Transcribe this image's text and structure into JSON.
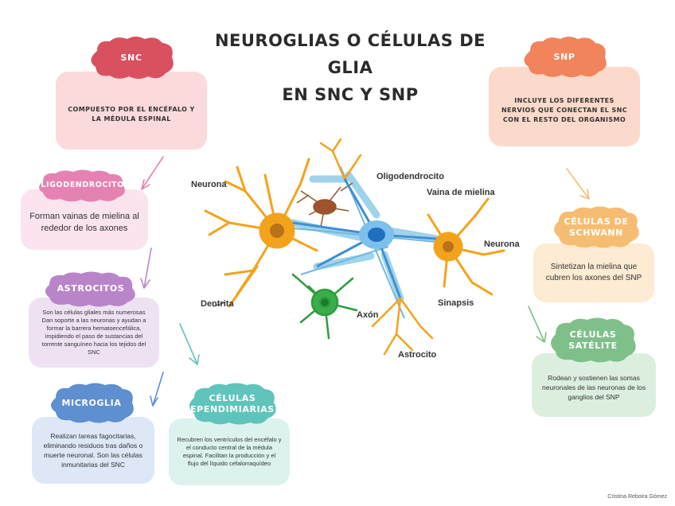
{
  "title": {
    "line1": "NEUROGLIAS O CÉLULAS DE GLIA",
    "line2": "EN SNC Y SNP"
  },
  "colors": {
    "snc": "#d9505f",
    "snc_box": "#fbdadc",
    "snp": "#f2845c",
    "snp_box": "#fcdacb",
    "oligodendrocitos": "#e682b2",
    "oligo_box": "#fbe4ef",
    "astrocitos": "#b985c9",
    "astro_box": "#eee2f2",
    "microglia": "#5e8fd1",
    "micro_box": "#dde7f6",
    "ependimarias": "#5fc4bb",
    "epen_box": "#dcf2ef",
    "schwann": "#f6bd72",
    "schwann_box": "#fdebd4",
    "satelite": "#7fc08a",
    "satelite_box": "#dcefde"
  },
  "nodes": {
    "snc": {
      "label": "SNC",
      "text": "COMPUESTO POR EL ENCÉFALO Y LA MÉDULA ESPINAL"
    },
    "snp": {
      "label": "SNP",
      "text": "INCLUYE LOS DIFERENTES NERVIOS QUE CONECTAN EL SNC CON EL RESTO DEL ORGANISMO"
    },
    "oligodendrocitos": {
      "label": "OLIGODENDROCITOS",
      "text": "Forman vainas de mielina al rededor de los axones"
    },
    "astrocitos": {
      "label": "ASTROCITOS",
      "text": "Son las células gliales más numerosas Dan soporte a las neuronas y ayudan a formar la barrera hematoencefálica, impidiendo el paso de sustancias del torrente sanguíneo hacia los tejidos del SNC"
    },
    "microglia": {
      "label": "MICROGLIA",
      "text": "Realizan tareas fagocitarias, eliminando residuos tras daños o muerte neuronal. Son las células inmunitarias del SNC"
    },
    "ependimarias": {
      "label": "CÉLULAS EPENDIMIARIAS",
      "text": "Recubren los ventrículos del encéfalo y el conducto central de la médula espinal. Facilitan la producción y el flujo del líquido cefalorraquídeo"
    },
    "schwann": {
      "label": "CÉLULAS DE SCHWANN",
      "text": "Sintetizan la mielina que cubren los axones del SNP"
    },
    "satelite": {
      "label": "CÉLULAS SATÉLITE",
      "text": "Rodean y sostienen las somas neuronales de las neuronas de los ganglios del SNP"
    }
  },
  "diagram_labels": {
    "neurona_left": "Neurona",
    "oligodendrocito": "Oligodendrocito",
    "vaina": "Vaina de mielina",
    "neurona_right": "Neurona",
    "dentrita": "Dentrita",
    "axon": "Axón",
    "sinapsis": "Sinapsis",
    "astrocito": "Astrocito"
  },
  "footer": "Cristina Reboira Gómez"
}
